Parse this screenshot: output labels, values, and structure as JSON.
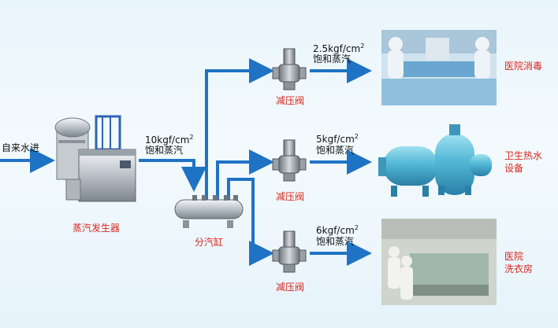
{
  "source": {
    "label": "自来水进"
  },
  "generator": {
    "label": "蒸汽发生器"
  },
  "manifold": {
    "label": "分汽缸"
  },
  "main_steam": {
    "pressure": "10kgf/cm",
    "sup": "2",
    "type": "饱和蒸汽"
  },
  "branches": [
    {
      "valve_label": "减压阀",
      "pressure": "2.5kgf/cm",
      "sup": "2",
      "type": "饱和蒸汽",
      "dest_lines": [
        "医院消毒"
      ]
    },
    {
      "valve_label": "减压阀",
      "pressure": "5kgf/cm",
      "sup": "2",
      "type": "饱和蒸汽",
      "dest_lines": [
        "卫生热水",
        "设备"
      ]
    },
    {
      "valve_label": "减压阀",
      "pressure": "6kgf/cm",
      "sup": "2",
      "type": "饱和蒸汽",
      "dest_lines": [
        "医院",
        "洗衣房"
      ]
    }
  ],
  "colors": {
    "pipe": "#1f73c4",
    "label_red": "#d9251c",
    "tank": "#4fb6d3"
  }
}
